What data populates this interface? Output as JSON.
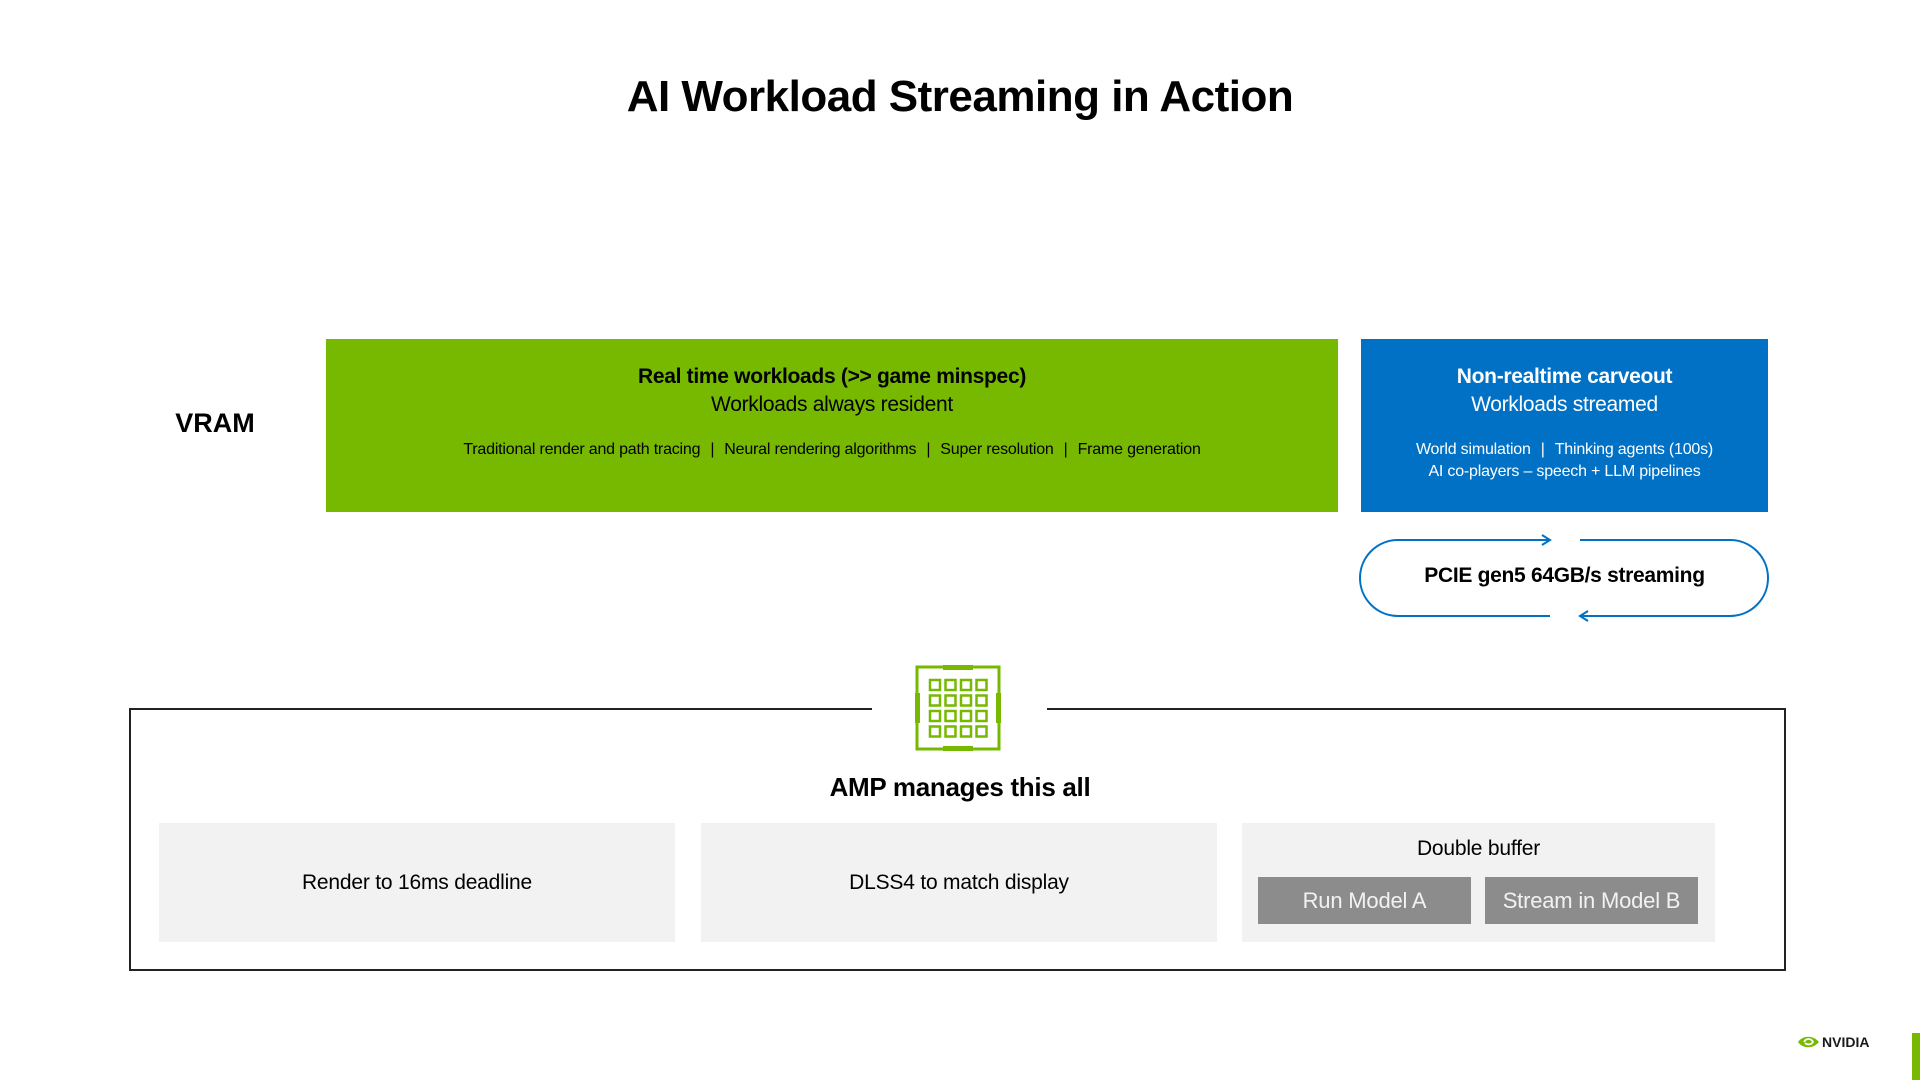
{
  "slide": {
    "title": "AI Workload Streaming in Action",
    "vram_label": "VRAM"
  },
  "realtime": {
    "heading": "Real time workloads (>> game minspec)",
    "subheading": "Workloads always resident",
    "items": [
      "Traditional render and path tracing",
      "Neural rendering algorithms",
      "Super resolution",
      "Frame generation"
    ],
    "separator": "|",
    "color": "#76b900"
  },
  "nonrealtime": {
    "heading": "Non-realtime carveout",
    "subheading": "Workloads streamed",
    "line1": [
      "World simulation",
      "Thinking agents (100s)"
    ],
    "line2": "AI co-players – speech + LLM pipelines",
    "separator": "|",
    "color": "#0071c5"
  },
  "streaming": {
    "label": "PCIE gen5 64GB/s streaming",
    "icon": "bidirectional-arrow-loop"
  },
  "amp": {
    "icon": "gpu-chip-icon",
    "label": "AMP manages this all",
    "cards": [
      {
        "label": "Render to 16ms deadline"
      },
      {
        "label": "DLSS4 to match display"
      },
      {
        "label": "Double buffer",
        "buttons": [
          "Run Model A",
          "Stream in Model B"
        ]
      }
    ]
  },
  "footer": {
    "brand": "NVIDIA",
    "accent": "#76b900"
  }
}
